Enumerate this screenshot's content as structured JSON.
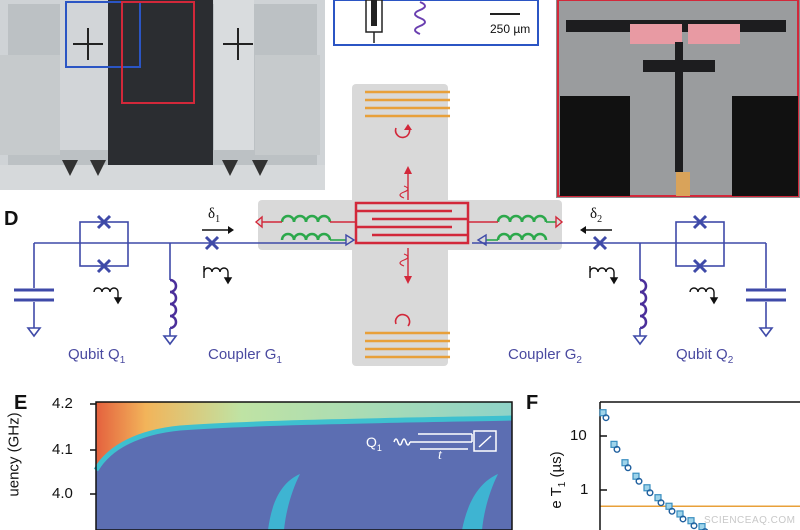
{
  "panel_letters": {
    "d": "D",
    "e": "E",
    "f": "F"
  },
  "scale_bar": "250 µm",
  "circuit": {
    "qubit1": "Qubit Q",
    "qubit1_sub": "1",
    "coupler1": "Coupler G",
    "coupler1_sub": "1",
    "coupler2": "Coupler G",
    "coupler2_sub": "2",
    "qubit2": "Qubit Q",
    "qubit2_sub": "2",
    "delta1": "δ",
    "delta1_sub": "1",
    "delta2": "δ",
    "delta2_sub": "2"
  },
  "plot_e": {
    "yticks": [
      "4.2",
      "4.1",
      "4.0"
    ],
    "ylabel": "uency (GHz)",
    "inset_q": "Q",
    "inset_q_sub": "1",
    "inset_t": "t"
  },
  "plot_f": {
    "yticks": [
      "10",
      "1"
    ],
    "ylabel": "e T",
    "ylabel_sub": "1",
    "ylabel_unit": " (µs)",
    "chart_data": {
      "type": "scatter",
      "y_scale": "log",
      "series": [
        {
          "values": [
            27,
            7.0,
            3.2,
            1.8,
            1.1,
            0.72,
            0.5,
            0.36,
            0.27,
            0.21
          ]
        }
      ],
      "threshold": 0.5
    }
  },
  "watermark": "SCIENCEAQ.COM",
  "colors": {
    "circuit_blue": "#3f4aa8",
    "inductor_purple": "#4b2f9a",
    "coupler_green": "#2ca84b",
    "resonator_red": "#d2283a",
    "resonator_orange": "#e8a03a",
    "gray_box": "#d9d9d9",
    "threshold": "#e8a03a"
  }
}
